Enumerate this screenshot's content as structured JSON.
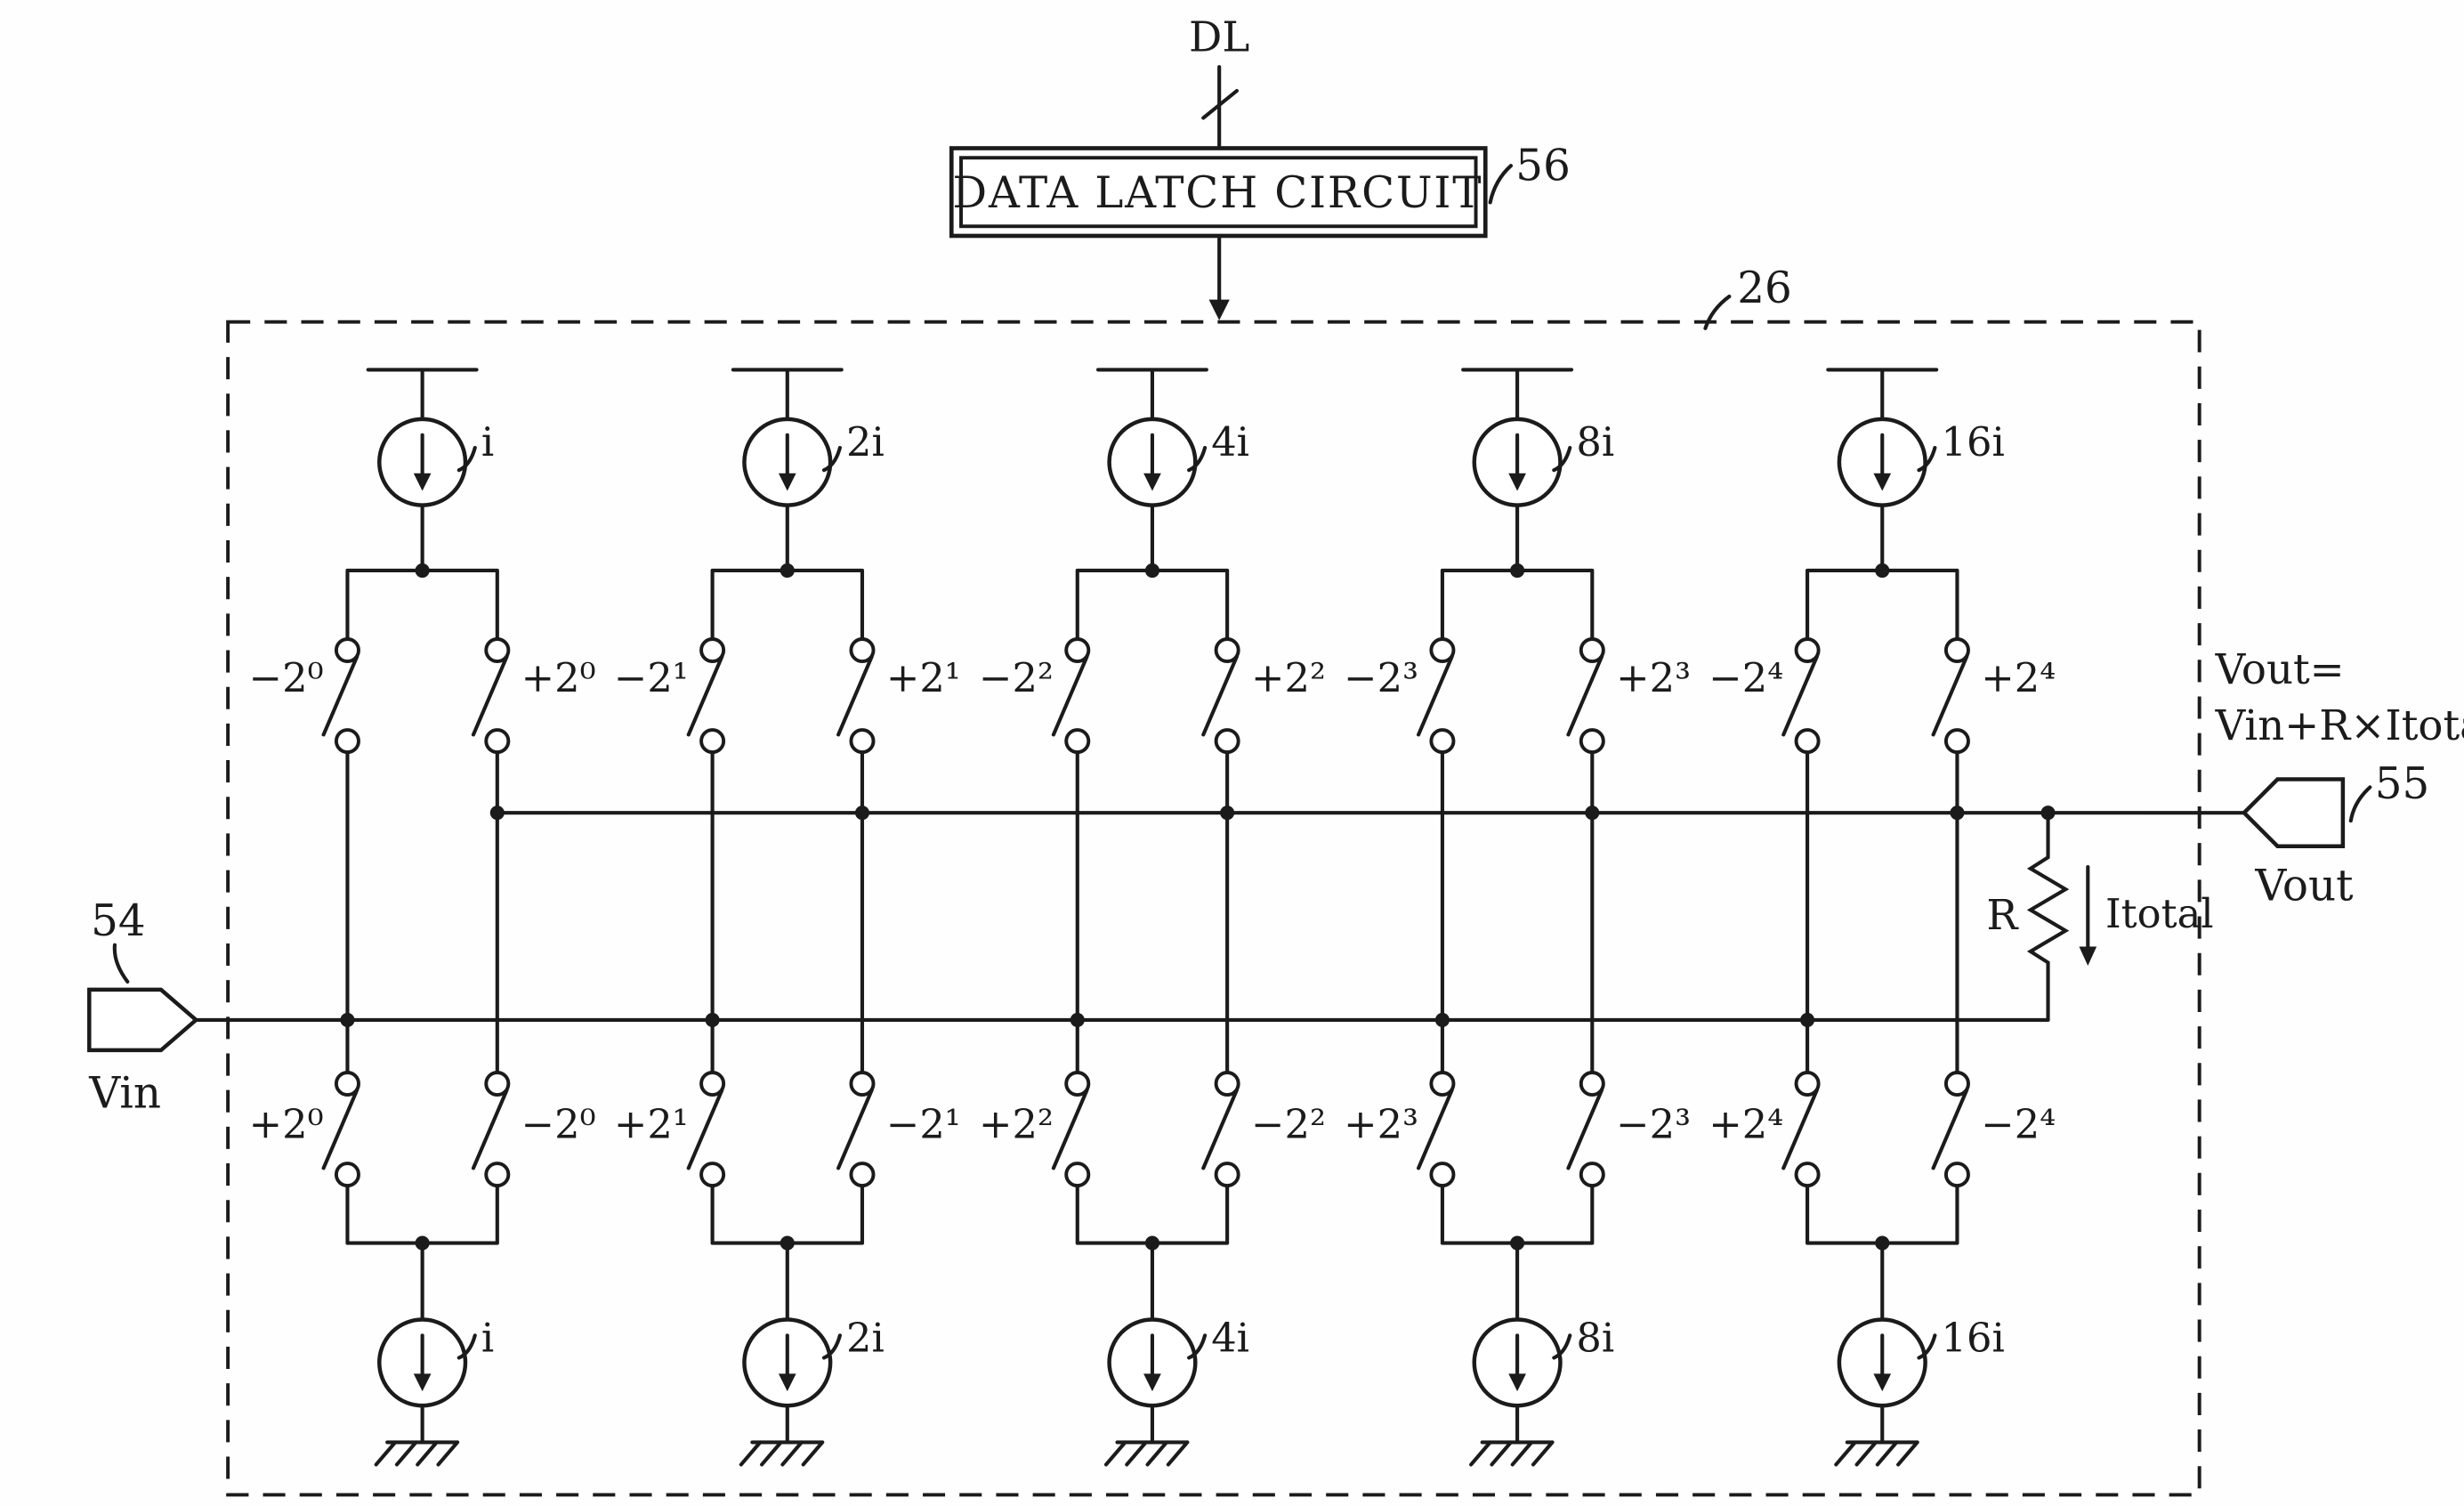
{
  "colors": {
    "ink": "#1b1b1b",
    "background": "#fefefe"
  },
  "bus": {
    "label": "DL"
  },
  "latch": {
    "label": "DATA LATCH CIRCUIT",
    "ref": "56"
  },
  "block": {
    "ref": "26"
  },
  "columns": [
    {
      "top_source": "i",
      "top_left_switch": "−2⁰",
      "top_right_switch": "+2⁰",
      "bottom_left_switch": "+2⁰",
      "bottom_right_switch": "−2⁰",
      "bottom_source": "i"
    },
    {
      "top_source": "2i",
      "top_left_switch": "−2¹",
      "top_right_switch": "+2¹",
      "bottom_left_switch": "+2¹",
      "bottom_right_switch": "−2¹",
      "bottom_source": "2i"
    },
    {
      "top_source": "4i",
      "top_left_switch": "−2²",
      "top_right_switch": "+2²",
      "bottom_left_switch": "+2²",
      "bottom_right_switch": "−2²",
      "bottom_source": "4i"
    },
    {
      "top_source": "8i",
      "top_left_switch": "−2³",
      "top_right_switch": "+2³",
      "bottom_left_switch": "+2³",
      "bottom_right_switch": "−2³",
      "bottom_source": "8i"
    },
    {
      "top_source": "16i",
      "top_left_switch": "−2⁴",
      "top_right_switch": "+2⁴",
      "bottom_left_switch": "+2⁴",
      "bottom_right_switch": "−2⁴",
      "bottom_source": "16i"
    }
  ],
  "input": {
    "label": "Vin",
    "ref": "54"
  },
  "output": {
    "label": "Vout",
    "ref": "55",
    "equation_line1": "Vout=",
    "equation_line2": "Vin+R×Itotal"
  },
  "resistor": {
    "label": "R",
    "current": "Itotal"
  }
}
